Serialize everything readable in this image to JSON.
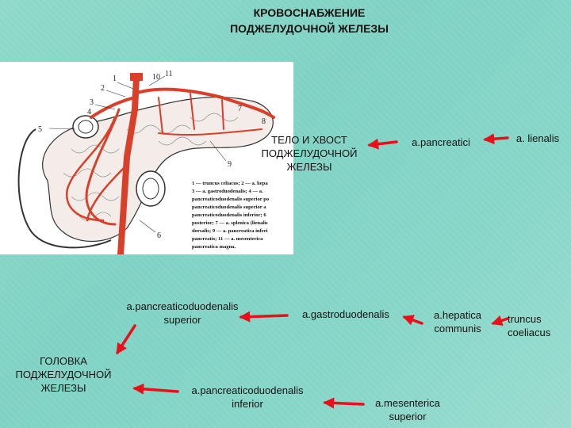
{
  "title": {
    "line1": "КРОВОСНАБЖЕНИЕ",
    "line2": "ПОДЖЕЛУДОЧНОЙ ЖЕЛЕЗЫ"
  },
  "figure": {
    "numbers": [
      "1",
      "2",
      "3",
      "4",
      "5",
      "6",
      "7",
      "8",
      "9",
      "10",
      "11"
    ],
    "legend": [
      "1 — truncus celiacus; 2 — a. hepa",
      "3 — a. gastroduodenalis; 4 — a.",
      "pancreaticoduodenalis superior po",
      "pancreaticoduodenalis superior a",
      "pancreaticoduodenalis inferior; 6",
      "posterior; 7 — a. splenica (lienalis",
      "dorsalis; 9 — a. pancreatica inferi",
      "pancreatis; 11 — a. mesenterica",
      "pancreatica magna."
    ]
  },
  "nodes": {
    "body_tail": [
      "ТЕЛО И ХВОСТ",
      "ПОДЖЕЛУДОЧНОЙ",
      "ЖЕЛЕЗЫ"
    ],
    "a_pancreatici": "a.pancreatici",
    "a_lienalis": "a. lienalis",
    "a_pd_superior": [
      "a.pancreaticoduodenalis",
      "superior"
    ],
    "a_gastroduodenalis": "a.gastroduodenalis",
    "a_hepatica": [
      "a.hepatica",
      "communis"
    ],
    "truncus": [
      "truncus",
      "coeliacus"
    ],
    "head": [
      "ГОЛОВКА",
      "ПОДЖЕЛУДОЧНОЙ",
      "ЖЕЛЕЗЫ"
    ],
    "a_pd_inferior": [
      "a.pancreaticoduodenalis",
      "inferior"
    ],
    "a_mesenterica": [
      "a.mesenterica",
      "superior"
    ]
  },
  "colors": {
    "arrow": "#e8101a",
    "artery": "#d8402a"
  }
}
